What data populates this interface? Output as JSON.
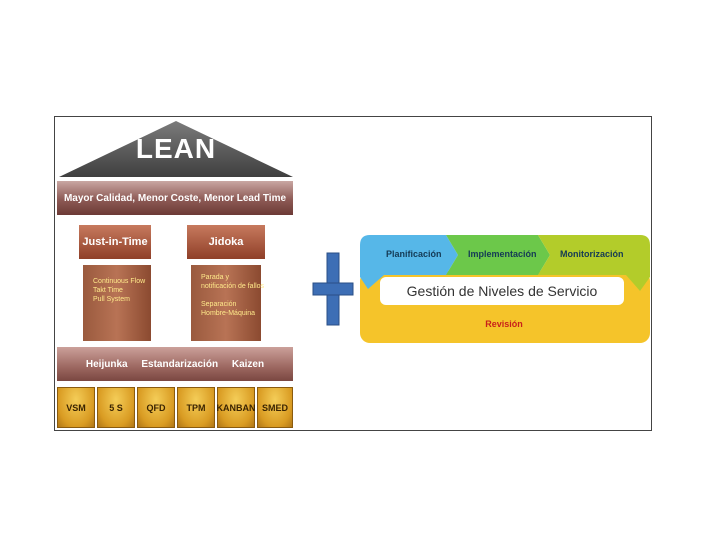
{
  "lean": {
    "roof": "LEAN",
    "goal": "Mayor Calidad, Menor Coste, Menor Lead Time",
    "pillars": [
      {
        "title": "Just-in-Time",
        "items": [
          "Continuous Flow",
          "Takt Time",
          "Pull System"
        ]
      },
      {
        "title": "Jidoka",
        "items": [
          "Parada y",
          "notificación de fallos",
          "",
          "Separación",
          "Hombre-Máquina"
        ]
      }
    ],
    "foundation": [
      "Heijunka",
      "Estandarización",
      "Kaizen"
    ],
    "tools": [
      "VSM",
      "5 S",
      "QFD",
      "TPM",
      "KANBAN",
      "SMED"
    ]
  },
  "plus_icon": "plus-icon",
  "cycle": {
    "phases": [
      "Planificación",
      "Implementación",
      "Monitorización"
    ],
    "center": "Gestión de Niveles de Servicio",
    "review": "Revisión"
  },
  "colors": {
    "roof": "#5a5a5a",
    "plus": "#3d6eb5",
    "phase1": "#56b7e8",
    "phase2": "#6cc84a",
    "phase3": "#b3cc2a",
    "review": "#f5c42a"
  }
}
